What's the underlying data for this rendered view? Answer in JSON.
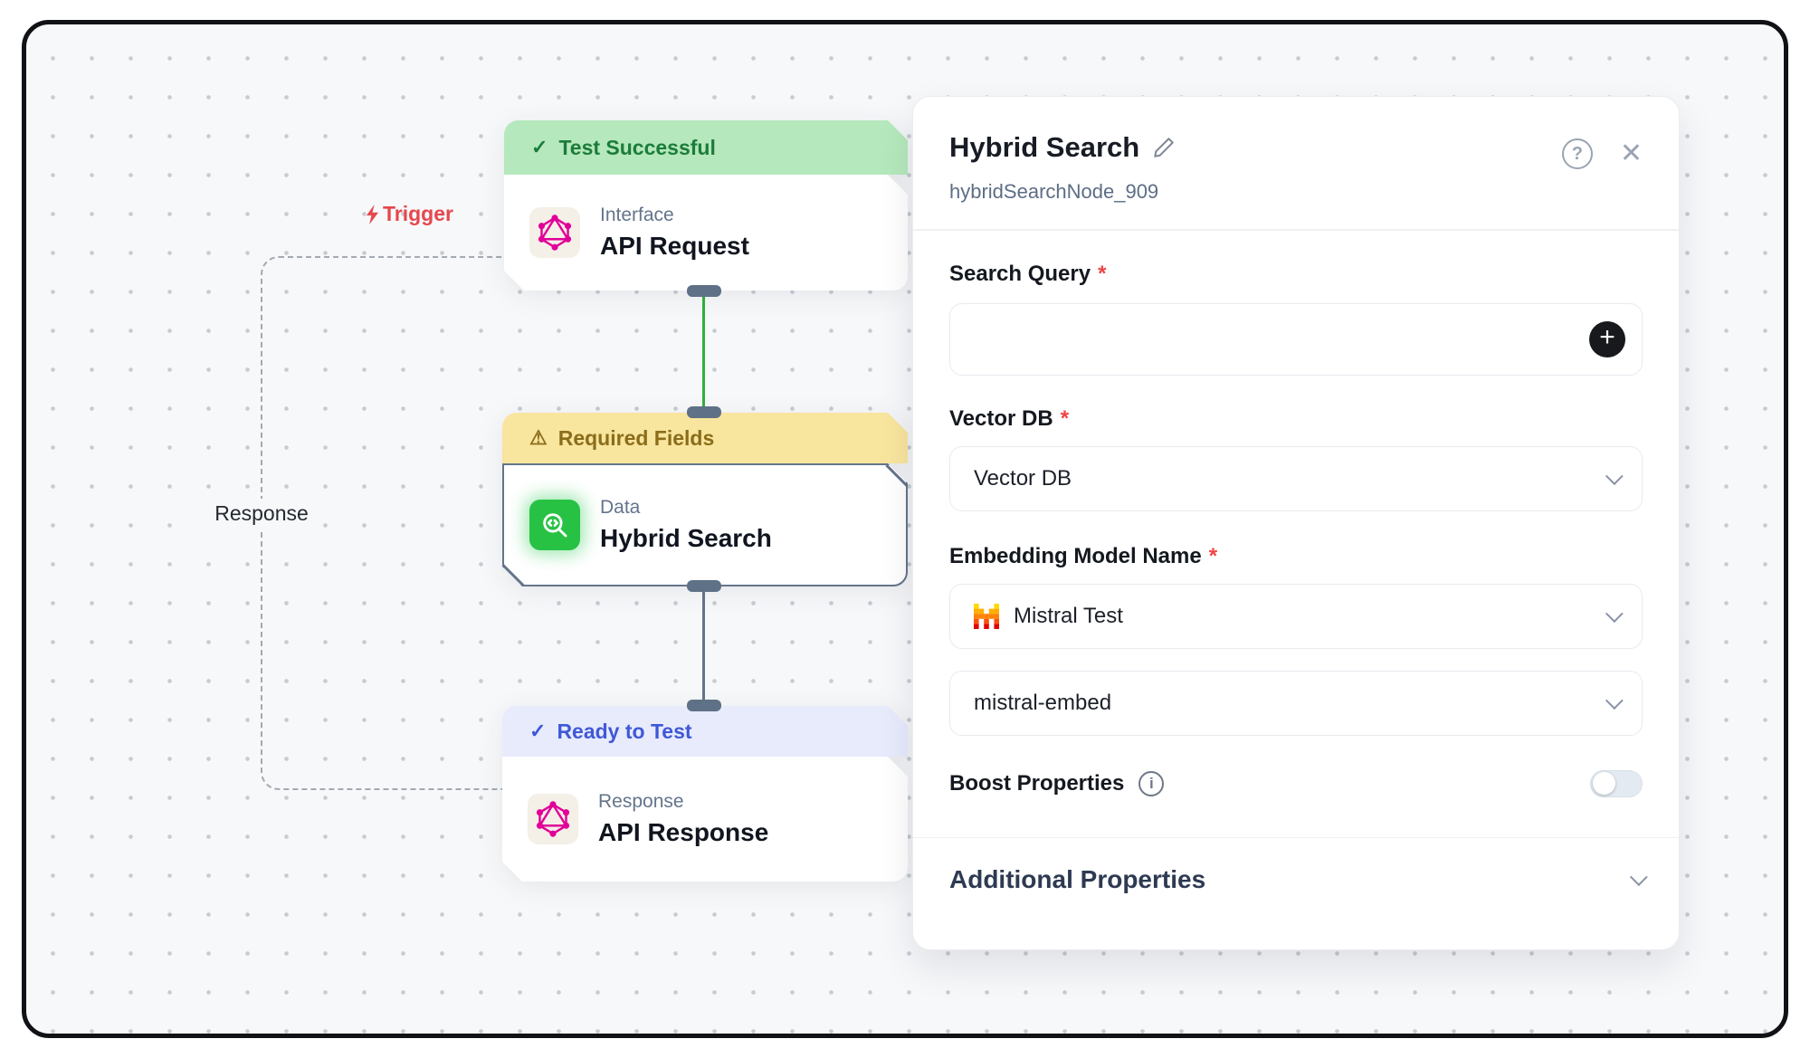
{
  "canvas": {
    "trigger_label": "Trigger",
    "response_label": "Response",
    "nodes": [
      {
        "status": "Test Successful",
        "category": "Interface",
        "title": "API Request"
      },
      {
        "status": "Required Fields",
        "category": "Data",
        "title": "Hybrid Search"
      },
      {
        "status": "Ready to Test",
        "category": "Response",
        "title": "API Response"
      }
    ]
  },
  "panel": {
    "title": "Hybrid Search",
    "node_id": "hybridSearchNode_909",
    "required_marker": "*",
    "search_query_label": "Search Query",
    "vector_db_label": "Vector DB",
    "vector_db_value": "Vector DB",
    "embedding_label": "Embedding Model Name",
    "embedding_value": "Mistral Test",
    "embedding_variant_value": "mistral-embed",
    "boost_label": "Boost Properties",
    "boost_enabled": false,
    "additional_label": "Additional Properties"
  },
  "icons": {
    "check": "✓",
    "warning": "⚠",
    "close": "✕",
    "help": "?",
    "info": "i",
    "plus": "+"
  },
  "colors": {
    "banner_success_bg": "#b5e8bc",
    "banner_success_text": "#1c7c3b",
    "banner_warning_bg": "#f8e59e",
    "banner_warning_text": "#8a6d1a",
    "banner_ready_bg": "#e7ebfc",
    "banner_ready_text": "#4058d8",
    "edge_green": "#31b13c",
    "edge_slate": "#64748b",
    "node_icon_green": "#27c244",
    "graphql_pink": "#e10098",
    "trigger_red": "#e5484d",
    "canvas_bg": "#f7f8fa"
  }
}
